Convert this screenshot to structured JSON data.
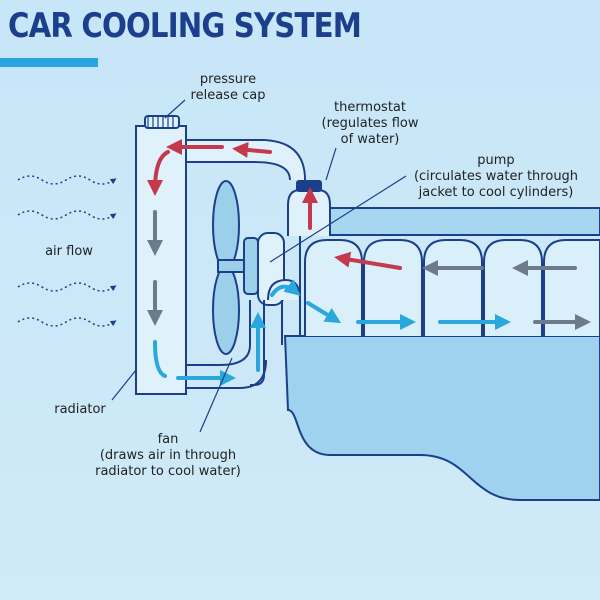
{
  "title": "CAR COOLING SYSTEM",
  "labels": {
    "pressure_cap": [
      "pressure",
      "release cap"
    ],
    "thermostat": [
      "thermostat",
      "(regulates flow",
      "of water)"
    ],
    "pump": [
      "pump",
      "(circulates water through",
      "jacket to cool cylinders)"
    ],
    "air_flow": "air flow",
    "radiator": "radiator",
    "fan": [
      "fan",
      "(draws air in through",
      "radiator to cool water)"
    ]
  },
  "colors": {
    "title": "#1b3f8b",
    "accent_bar": "#27a6df",
    "hot_water": "#c43a4c",
    "warm_water": "#6d7a8a",
    "cool_water": "#2aa7dc",
    "outline": "#1b3f8b",
    "component_fill": "#dff2fb",
    "engine_fill": "#9fd2ee",
    "fan_fill": "#9ccfe9"
  }
}
